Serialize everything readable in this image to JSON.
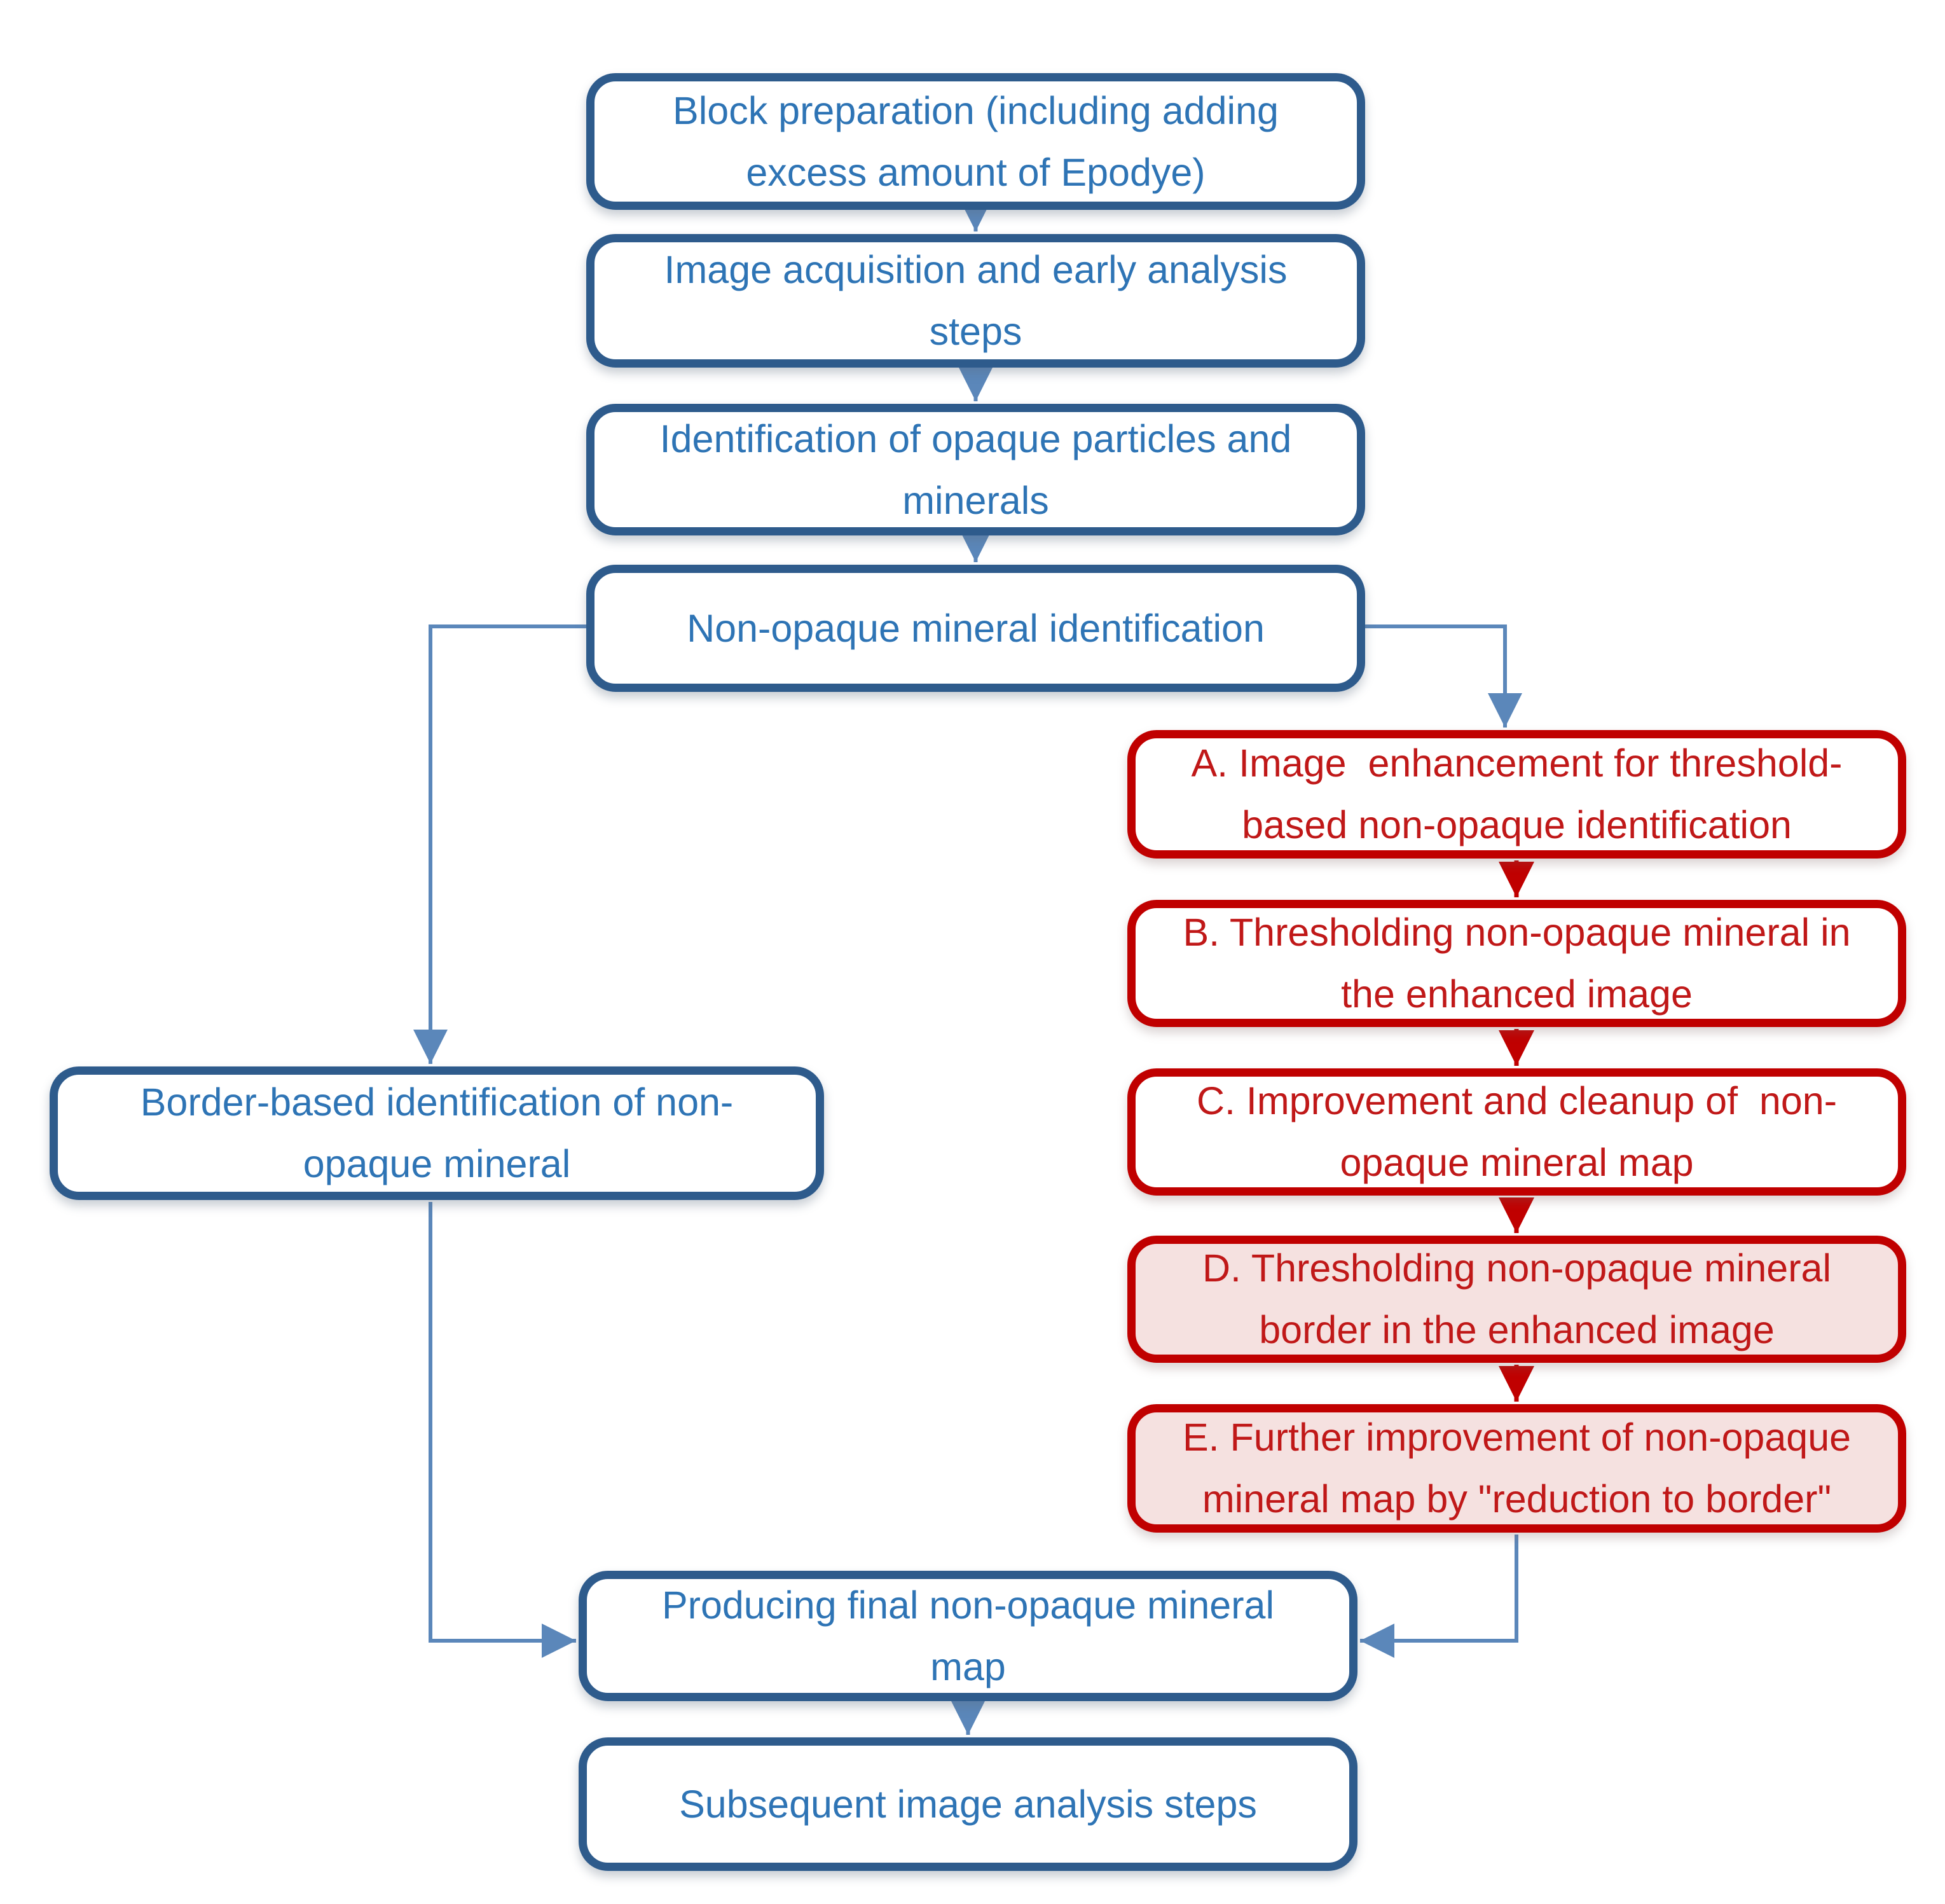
{
  "diagram": {
    "type": "flowchart"
  },
  "colors": {
    "blue_border": "#2e5b8c",
    "blue_text": "#2e74b5",
    "red_border": "#c00000",
    "red_text": "#c01818",
    "pink_fill": "#f5e1e0",
    "arrow_blue": "#5b87ba",
    "arrow_red": "#c00000"
  },
  "nodes": {
    "block_preparation": {
      "lines": [
        "Block preparation (including adding",
        "excess amount of Epodye)"
      ]
    },
    "image_acquisition": {
      "lines": [
        "Image acquisition and early analysis",
        "steps"
      ]
    },
    "opaque_identification": {
      "lines": [
        "Identification of opaque particles and",
        "minerals"
      ]
    },
    "non_opaque_identification": {
      "lines": [
        "Non-opaque mineral identification"
      ]
    },
    "step_a": {
      "lines": [
        "A. Image  enhancement for threshold-",
        "based non-opaque identification"
      ]
    },
    "step_b": {
      "lines": [
        "B. Thresholding non-opaque mineral in",
        "the enhanced image"
      ]
    },
    "step_c": {
      "lines": [
        "C. Improvement and cleanup of  non-",
        "opaque mineral map"
      ]
    },
    "step_d": {
      "lines": [
        "D. Thresholding non-opaque mineral",
        "border in the enhanced image"
      ]
    },
    "step_e": {
      "lines": [
        "E. Further improvement of non-opaque",
        "mineral map by \"reduction to border\""
      ]
    },
    "border_based_identification": {
      "lines": [
        "Border-based identification of non-",
        "opaque mineral"
      ]
    },
    "producing_final_map": {
      "lines": [
        "Producing final non-opaque mineral",
        "map"
      ]
    },
    "subsequent_steps": {
      "lines": [
        "Subsequent image analysis steps"
      ]
    }
  },
  "edges": [
    {
      "from": "block_preparation",
      "to": "image_acquisition"
    },
    {
      "from": "image_acquisition",
      "to": "opaque_identification"
    },
    {
      "from": "opaque_identification",
      "to": "non_opaque_identification"
    },
    {
      "from": "non_opaque_identification",
      "to": "step_a"
    },
    {
      "from": "non_opaque_identification",
      "to": "border_based_identification"
    },
    {
      "from": "step_a",
      "to": "step_b"
    },
    {
      "from": "step_b",
      "to": "step_c"
    },
    {
      "from": "step_c",
      "to": "step_d"
    },
    {
      "from": "step_d",
      "to": "step_e"
    },
    {
      "from": "step_e",
      "to": "producing_final_map"
    },
    {
      "from": "border_based_identification",
      "to": "producing_final_map"
    },
    {
      "from": "producing_final_map",
      "to": "subsequent_steps"
    }
  ]
}
